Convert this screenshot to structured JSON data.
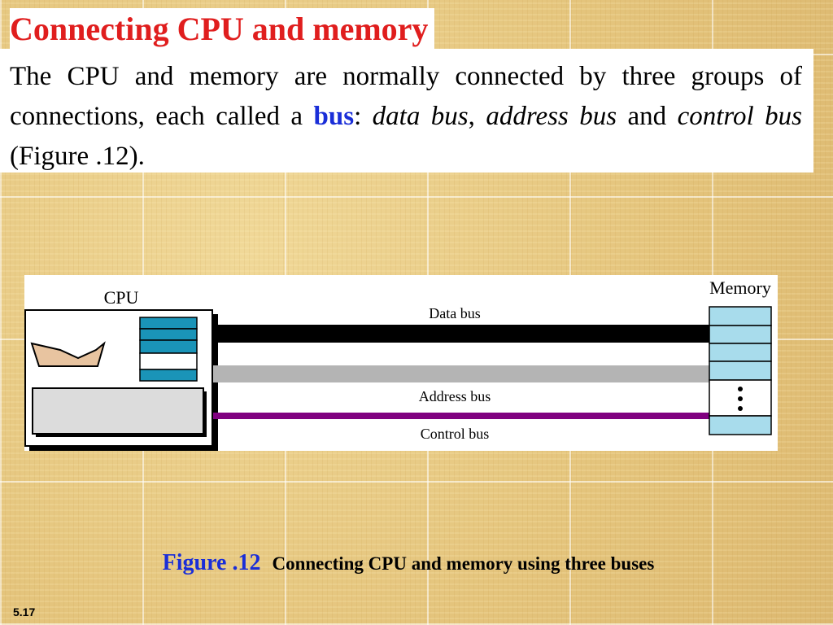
{
  "slide": {
    "title": "Connecting CPU and memory",
    "body": {
      "part1": "The CPU and memory are normally connected by three groups of connections, each called a ",
      "bus_term": "bus",
      "part2": ": ",
      "data_bus": "data bus",
      "sep1": ", ",
      "address_bus": "address bus",
      "part3": " and ",
      "control_bus": "control bus",
      "part4": " (Figure .12)."
    },
    "slide_number": "5.17"
  },
  "figure": {
    "cpu_label": "CPU",
    "memory_label": "Memory",
    "data_bus_label": "Data bus",
    "address_bus_label": "Address bus",
    "control_bus_label": "Control bus",
    "ellipsis_glyph": "•\n•\n•",
    "colors": {
      "data_bus": "#000000",
      "address_bus": "#b4b4b4",
      "control_bus": "#800080",
      "register": "#1a94b8",
      "memory_cell": "#a8dcec",
      "alu": "#e8c4a0",
      "control_unit": "#dcdcdc"
    }
  },
  "caption": {
    "label": "Figure .12",
    "text": "Connecting CPU and memory using three buses"
  },
  "colors": {
    "title": "#e01e1e",
    "keyword": "#1a2ed8"
  }
}
